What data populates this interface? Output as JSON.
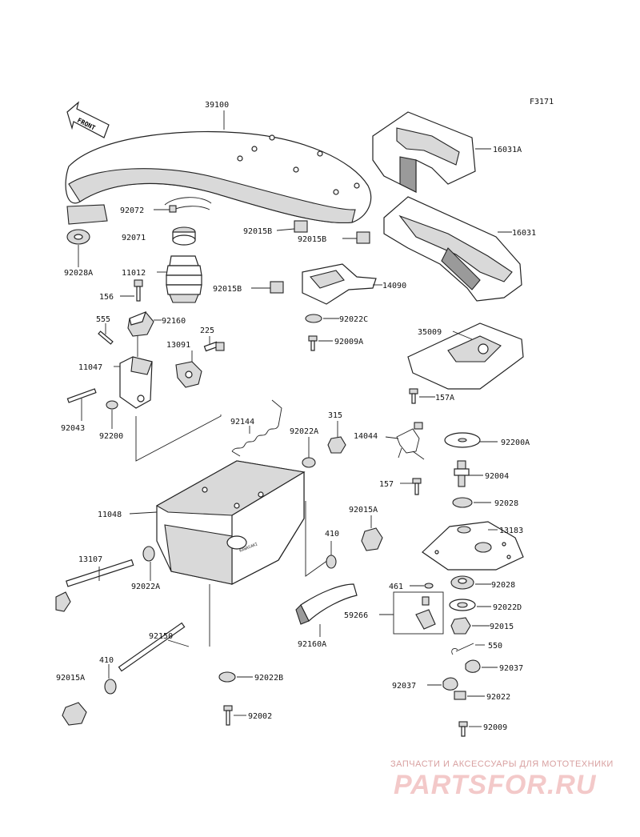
{
  "figure_code": "F3171",
  "front_label": "FRONT",
  "parts": {
    "p39100": "39100",
    "p16031A": "16031A",
    "p16031": "16031",
    "p92072": "92072",
    "p92071": "92071",
    "p92028A": "92028A",
    "p92015B_1": "92015B",
    "p92015B_2": "92015B",
    "p92015B_3": "92015B",
    "p11012": "11012",
    "p156": "156",
    "p14090": "14090",
    "p92022C": "92022C",
    "p92009A": "92009A",
    "p555": "555",
    "p92160": "92160",
    "p225": "225",
    "p13091": "13091",
    "p11047": "11047",
    "p35009": "35009",
    "p157A": "157A",
    "p92043": "92043",
    "p92200": "92200",
    "p92144": "92144",
    "p92022A_1": "92022A",
    "p315": "315",
    "p14044": "14044",
    "p92200A": "92200A",
    "p92004": "92004",
    "p157": "157",
    "p92028_1": "92028",
    "p11048": "11048",
    "p92015A_1": "92015A",
    "p13183": "13183",
    "p410_1": "410",
    "p13107": "13107",
    "p92022A_2": "92022A",
    "p461": "461",
    "p92028_2": "92028",
    "p59266": "59266",
    "p92022D": "92022D",
    "p92015": "92015",
    "p92160A": "92160A",
    "p550": "550",
    "p92150": "92150",
    "p410_2": "410",
    "p92037_1": "92037",
    "p92015A_2": "92015A",
    "p92022B": "92022B",
    "p92037_2": "92037",
    "p92022": "92022",
    "p92002": "92002",
    "p92009": "92009"
  },
  "watermark": {
    "tagline": "ЗАПЧАСТИ И АКСЕССУАРЫ ДЛЯ МОТОТЕХНИКИ",
    "logo": "PARTSFOR.RU"
  }
}
